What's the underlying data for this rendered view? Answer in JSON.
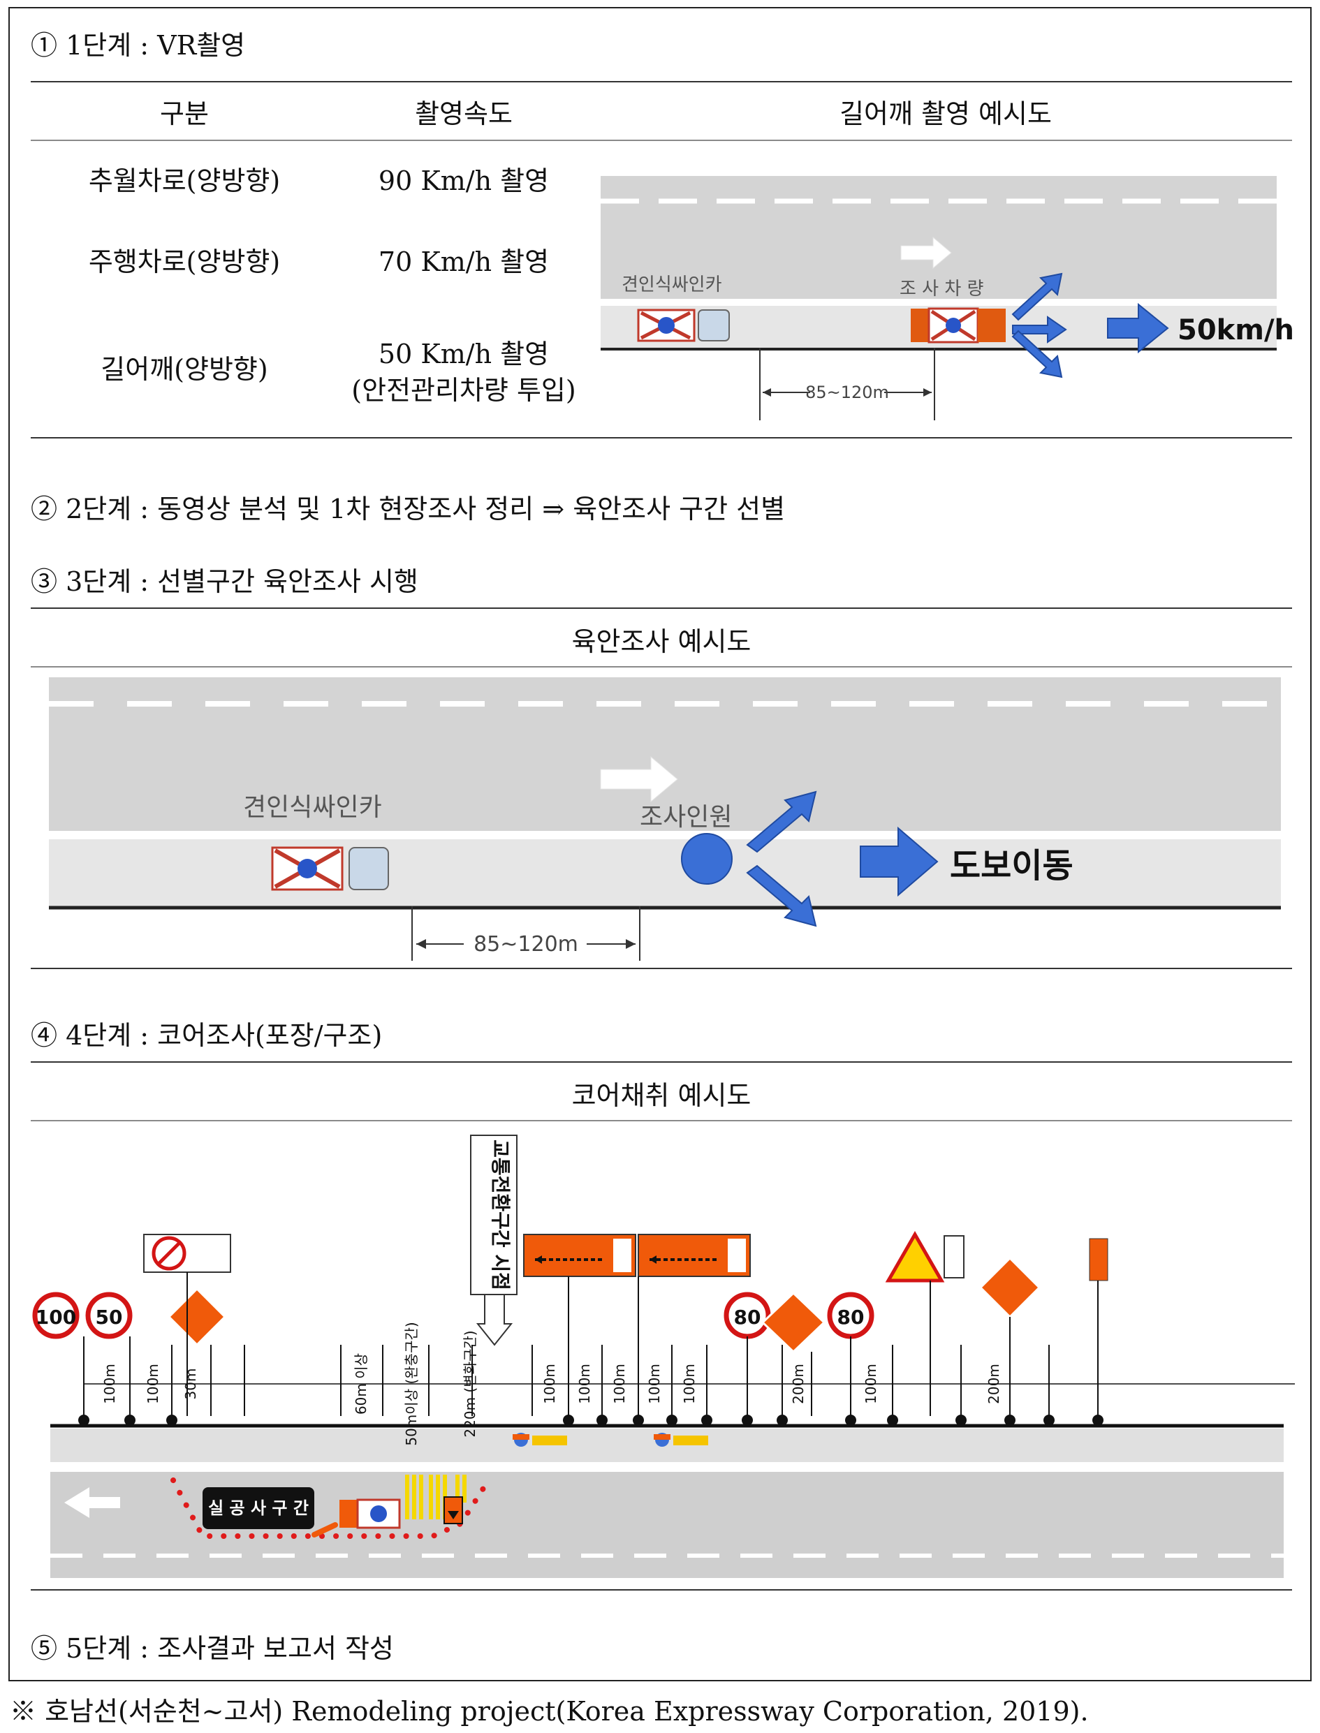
{
  "step1": {
    "title": "① 1단계 : VR촬영"
  },
  "table": {
    "headers": [
      "구분",
      "촬영속도",
      "길어깨 촬영 예시도"
    ],
    "rows": [
      {
        "category": "추월차로(양방향)",
        "speed": "90 Km/h 촬영",
        "speed_note": ""
      },
      {
        "category": "주행차로(양방향)",
        "speed": "70 Km/h 촬영",
        "speed_note": ""
      },
      {
        "category": "길어깨(양방향)",
        "speed": "50 Km/h 촬영",
        "speed_note": "(안전관리차량 투입)"
      }
    ]
  },
  "diagram1": {
    "tow_car_label": "견인식싸인카",
    "survey_vehicle_label": "조 사 차 량",
    "speed_label": "50km/h",
    "distance_label": "85~120m"
  },
  "step2": {
    "title": "② 2단계 : 동영상 분석 및 1차 현장조사 정리 ⇒ 육안조사 구간 선별"
  },
  "step3": {
    "title": "③ 3단계 : 선별구간 육안조사 시행"
  },
  "diagram2": {
    "header": "육안조사 예시도",
    "tow_car_label": "견인식싸인카",
    "surveyor_label": "조사인원",
    "walk_label": "도보이동",
    "distance_label": "85~120m"
  },
  "step4": {
    "title": "④ 4단계 : 코어조사(포장/구조)"
  },
  "diagram3": {
    "header": "코어채취 예시도",
    "start_point_label": "교통전환구간 시점",
    "work_zone_label": "실 공 사 구 간",
    "speed_signs": [
      "100",
      "50",
      "80",
      "80"
    ],
    "distances": [
      "100m",
      "100m",
      "30m",
      "60m 이상",
      "50m이상 (완충구간)",
      "220m (변화구간)",
      "100m",
      "100m",
      "100m",
      "100m",
      "100m",
      "200m",
      "100m",
      "200m"
    ]
  },
  "step5": {
    "title": "⑤ 5단계 : 조사결과 보고서 작성"
  },
  "footnote": "※ 호남선(서순천~고서) Remodeling project(Korea Expressway Corporation, 2019)."
}
